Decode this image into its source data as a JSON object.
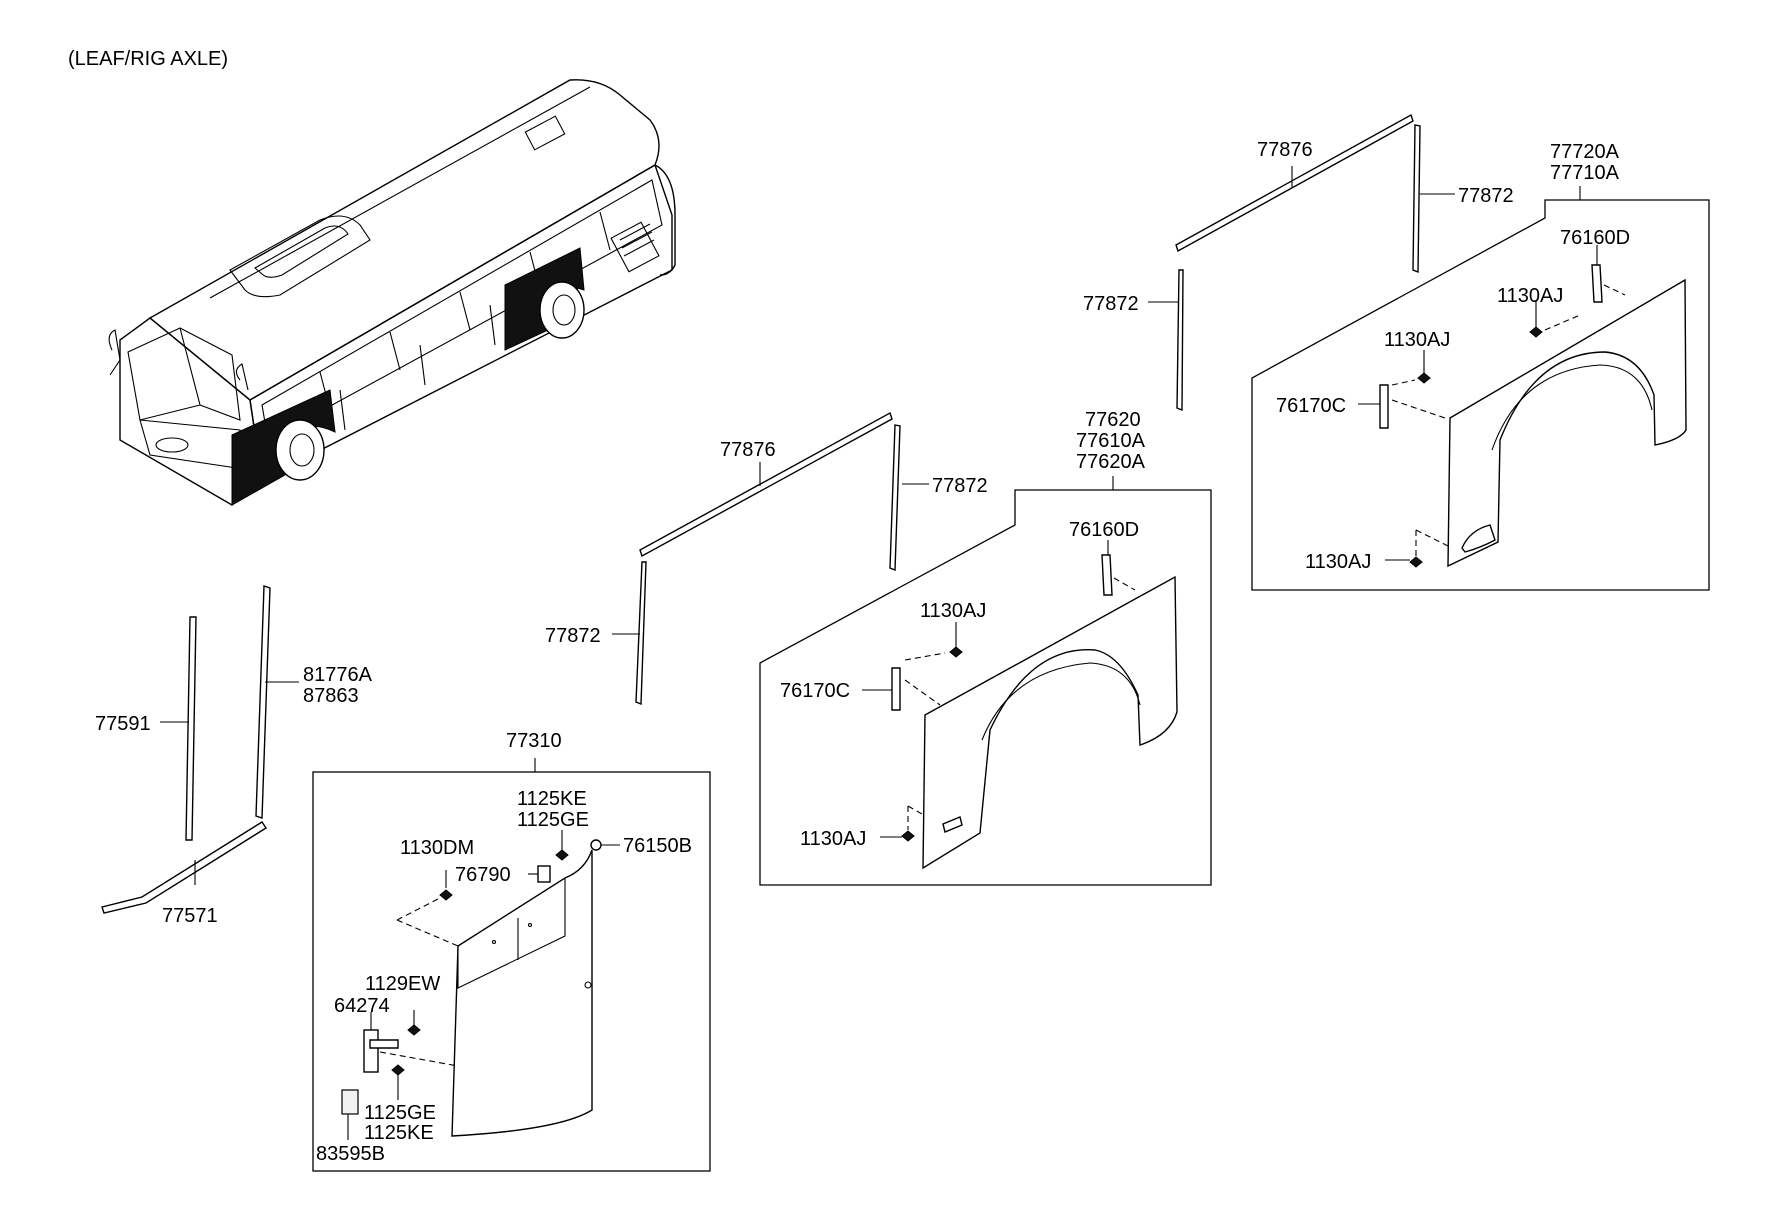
{
  "header": {
    "note": "(LEAF/RIG AXLE)"
  },
  "labels": {
    "p77876_a": "77876",
    "p77872_a1": "77872",
    "p77872_a2": "77872",
    "p77720A": "77720A",
    "p77710A": "77710A",
    "p76160D_a": "76160D",
    "p1130AJ_a1": "1130AJ",
    "p1130AJ_a2": "1130AJ",
    "p76170C_a": "76170C",
    "p1130AJ_a3": "1130AJ",
    "p77876_b": "77876",
    "p77872_b1": "77872",
    "p77872_b2": "77872",
    "p77620": "77620",
    "p77610A": "77610A",
    "p77620A": "77620A",
    "p76160D_b": "76160D",
    "p1130AJ_b1": "1130AJ",
    "p76170C_b": "76170C",
    "p1130AJ_b2": "1130AJ",
    "p81776A": "81776A",
    "p87863": "87863",
    "p77591": "77591",
    "p77571": "77571",
    "p77310": "77310",
    "p1125KE_a": "1125KE",
    "p1125GE_a": "1125GE",
    "p1130DM": "1130DM",
    "p76150B": "76150B",
    "p76790": "76790",
    "p1129EW": "1129EW",
    "p64274": "64274",
    "p1125GE_b": "1125GE",
    "p1125KE_b": "1125KE",
    "p83595B": "83595B"
  }
}
